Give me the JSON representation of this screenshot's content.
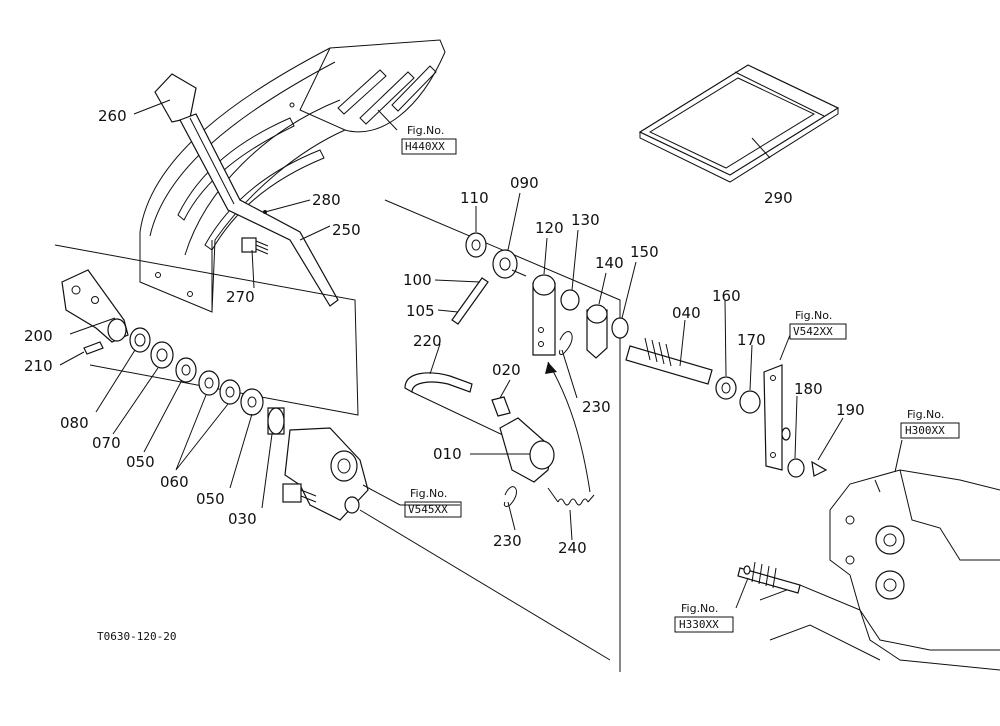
{
  "diagram": {
    "drawing_code": "T0630-120-20",
    "part_labels": [
      {
        "id": "p260",
        "text": "260"
      },
      {
        "id": "p280",
        "text": "280"
      },
      {
        "id": "p250",
        "text": "250"
      },
      {
        "id": "p270",
        "text": "270"
      },
      {
        "id": "p200",
        "text": "200"
      },
      {
        "id": "p210",
        "text": "210"
      },
      {
        "id": "p080",
        "text": "080"
      },
      {
        "id": "p070",
        "text": "070"
      },
      {
        "id": "p050a",
        "text": "050"
      },
      {
        "id": "p060",
        "text": "060"
      },
      {
        "id": "p050b",
        "text": "050"
      },
      {
        "id": "p030",
        "text": "030"
      },
      {
        "id": "p110",
        "text": "110"
      },
      {
        "id": "p090",
        "text": "090"
      },
      {
        "id": "p120",
        "text": "120"
      },
      {
        "id": "p130",
        "text": "130"
      },
      {
        "id": "p140",
        "text": "140"
      },
      {
        "id": "p150",
        "text": "150"
      },
      {
        "id": "p100",
        "text": "100"
      },
      {
        "id": "p105",
        "text": "105"
      },
      {
        "id": "p220",
        "text": "220"
      },
      {
        "id": "p020",
        "text": "020"
      },
      {
        "id": "p230a",
        "text": "230"
      },
      {
        "id": "p010",
        "text": "010"
      },
      {
        "id": "p230b",
        "text": "230"
      },
      {
        "id": "p240",
        "text": "240"
      },
      {
        "id": "p040",
        "text": "040"
      },
      {
        "id": "p160",
        "text": "160"
      },
      {
        "id": "p170",
        "text": "170"
      },
      {
        "id": "p180",
        "text": "180"
      },
      {
        "id": "p190",
        "text": "190"
      },
      {
        "id": "p290",
        "text": "290"
      }
    ],
    "fig_refs": [
      {
        "id": "h440",
        "title": "Fig.No.",
        "code": "H440XX"
      },
      {
        "id": "v545",
        "title": "Fig.No.",
        "code": "V545XX"
      },
      {
        "id": "v542",
        "title": "Fig.No.",
        "code": "V542XX"
      },
      {
        "id": "h300",
        "title": "Fig.No.",
        "code": "H300XX"
      },
      {
        "id": "h330",
        "title": "Fig.No.",
        "code": "H330XX"
      }
    ]
  }
}
